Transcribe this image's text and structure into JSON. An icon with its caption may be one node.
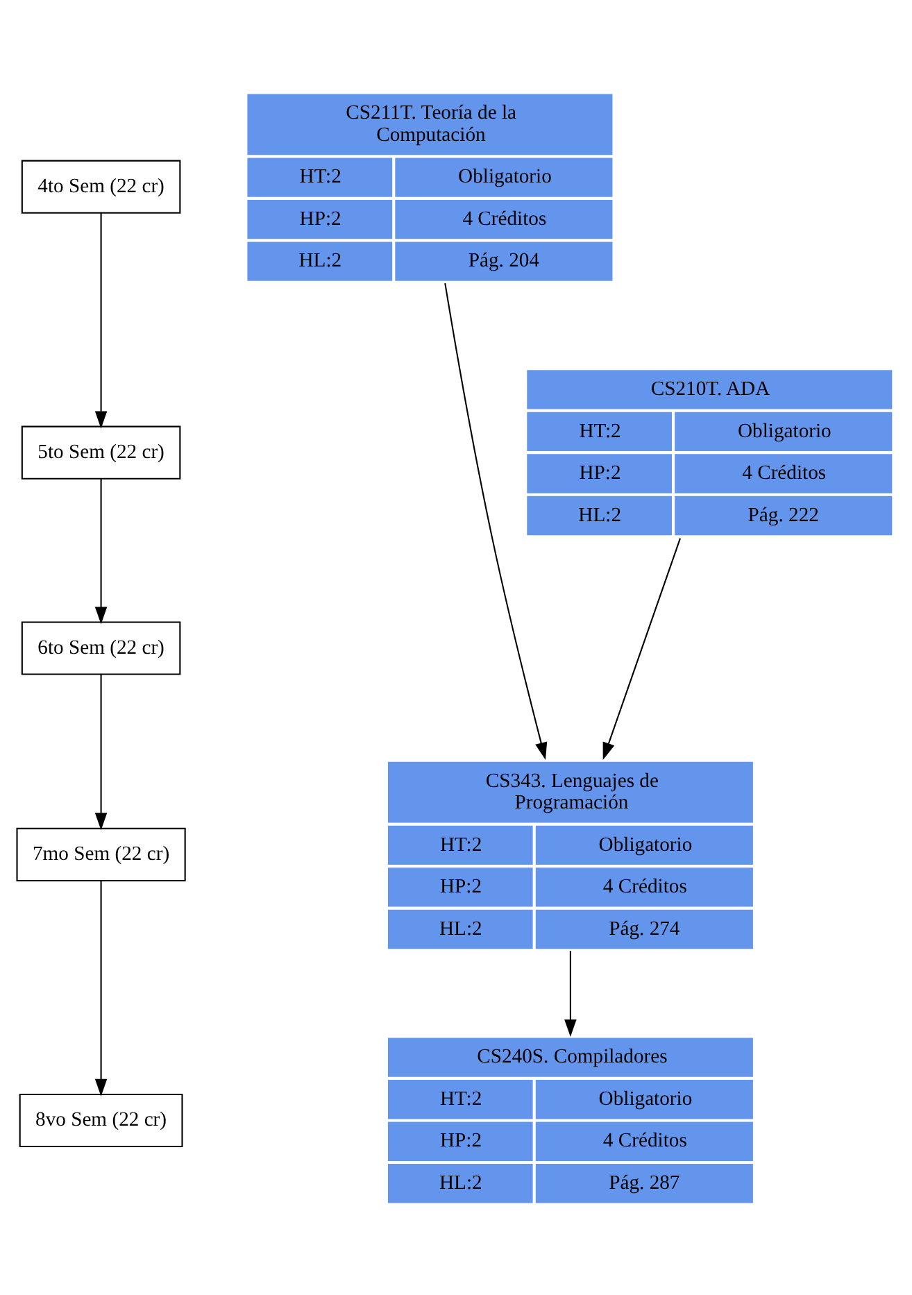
{
  "diagram": {
    "nodes": [
      {
        "text": [
          "4to Sem (22 cr)"
        ]
      },
      {
        "text": [
          "5to Sem (22 cr)"
        ]
      },
      {
        "text": [
          "6to Sem (22 cr)"
        ]
      },
      {
        "text": [
          "7mo Sem (22 cr)"
        ]
      },
      {
        "text": [
          "8vo Sem (22 cr)"
        ]
      },
      {
        "text": [
          "CS211T. Teoría de la Computación",
          "HT:2",
          "Obligatorio",
          "HP:2",
          "4 Créditos",
          "HL:2",
          "Pág. 204"
        ]
      },
      {
        "text": [
          "CS210T. ADA",
          "HT:2",
          "Obligatorio",
          "HP:2",
          "4 Créditos",
          "HL:2",
          "Pág. 222"
        ]
      },
      {
        "text": [
          "CS343. Lenguajes de Programación",
          "HT:2",
          "Obligatorio",
          "HP:2",
          "4 Créditos",
          "HL:2",
          "Pág. 274"
        ]
      },
      {
        "text": [
          "CS240S. Compiladores",
          "HT:2",
          "Obligatorio",
          "HP:2",
          "4 Créditos",
          "HL:2",
          "Pág. 287"
        ]
      }
    ],
    "edges": [
      {
        "from": 0,
        "to": 1,
        "arrow": "to"
      },
      {
        "from": 1,
        "to": 2,
        "arrow": "to"
      },
      {
        "from": 2,
        "to": 3,
        "arrow": "to"
      },
      {
        "from": 3,
        "to": 4,
        "arrow": "to"
      },
      {
        "from": 5,
        "to": 7,
        "arrow": "to"
      },
      {
        "from": 6,
        "to": 7,
        "arrow": "to"
      },
      {
        "from": 7,
        "to": 8,
        "arrow": "to"
      }
    ]
  }
}
